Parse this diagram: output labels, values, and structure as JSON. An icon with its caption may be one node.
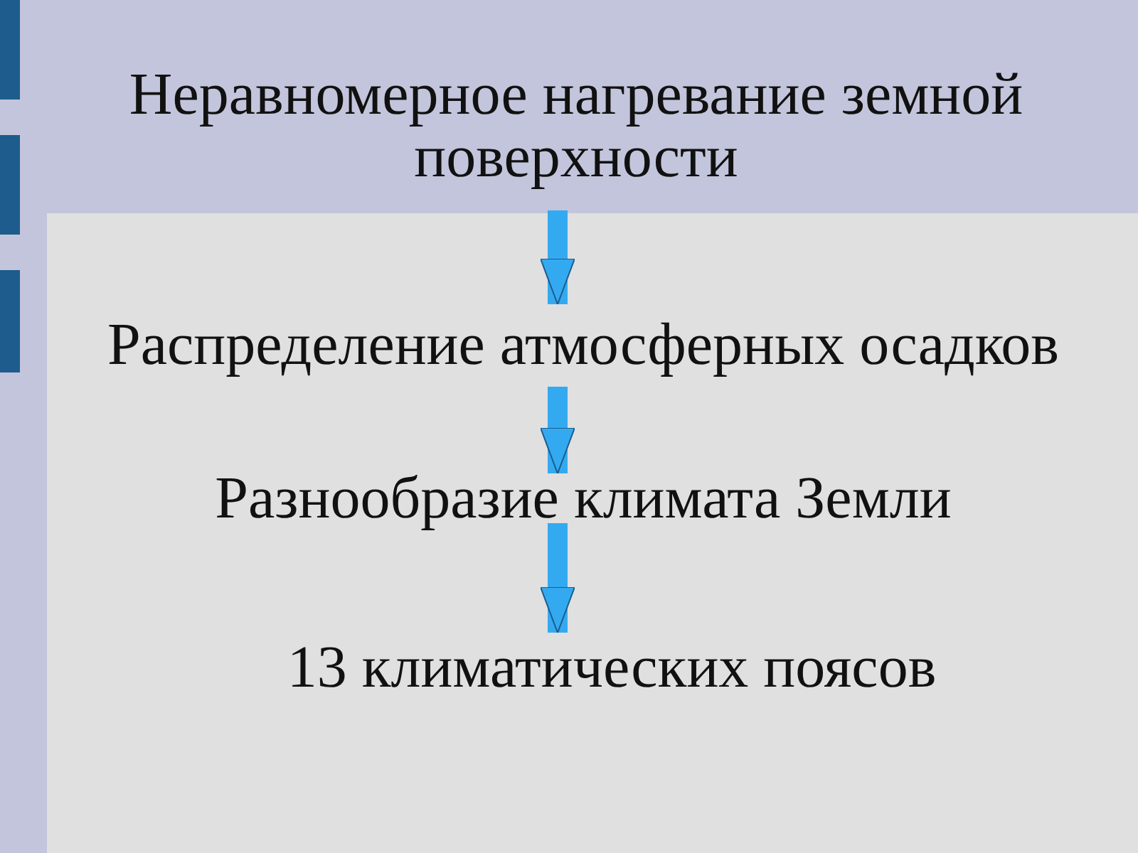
{
  "diagram": {
    "nodes": [
      {
        "text": [
          "Неравномерное нагревание земной поверхности"
        ]
      },
      {
        "text": [
          "Распределение атмосферных осадков"
        ]
      },
      {
        "text": [
          "Разнообразие  климата Земли"
        ]
      },
      {
        "text": [
          "13 климатических поясов"
        ]
      }
    ],
    "edges": [
      {
        "from": 0,
        "to": 1,
        "arrow": "to"
      },
      {
        "from": 1,
        "to": 2,
        "arrow": "to"
      },
      {
        "from": 2,
        "to": 3,
        "arrow": "to"
      }
    ]
  }
}
